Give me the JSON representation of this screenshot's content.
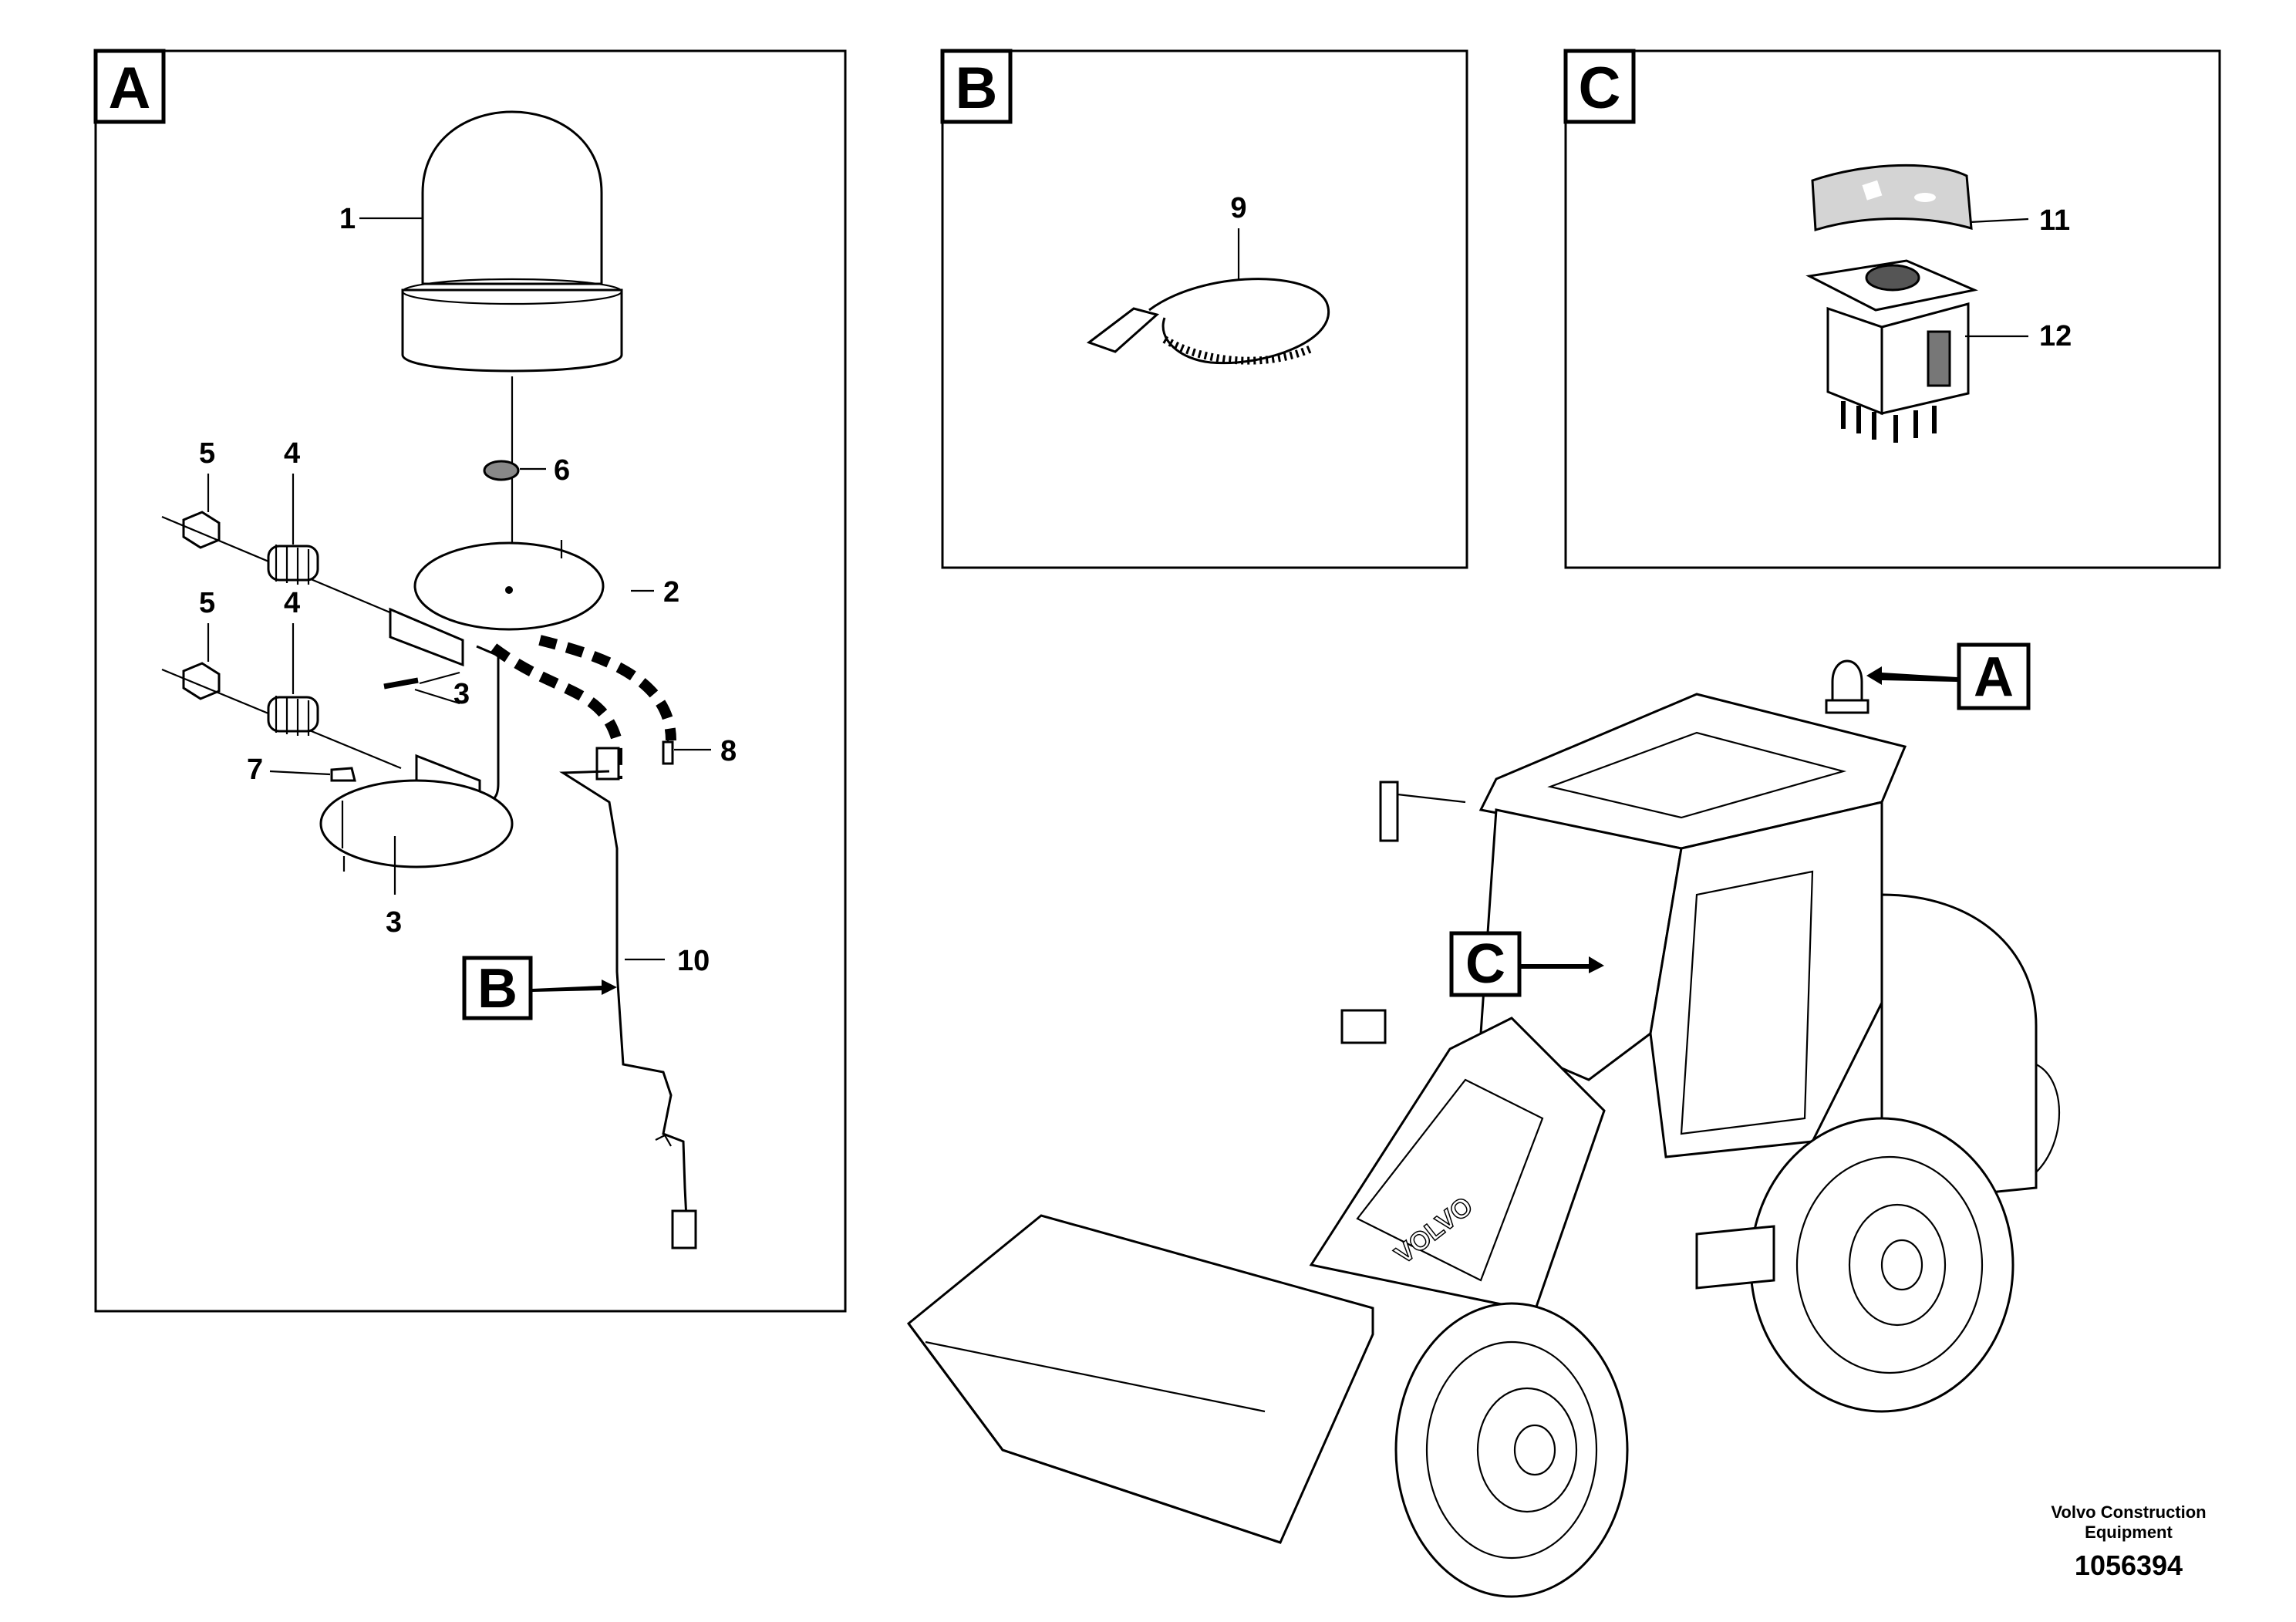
{
  "panels": {
    "a": {
      "letter": "A"
    },
    "b": {
      "letter": "B"
    },
    "c": {
      "letter": "C"
    }
  },
  "part_numbers": {
    "p1": "1",
    "p2": "2",
    "p3a": "3",
    "p3b": "3",
    "p4a": "4",
    "p4b": "4",
    "p5a": "5",
    "p5b": "5",
    "p6": "6",
    "p7": "7",
    "p8": "8",
    "p9": "9",
    "p10": "10",
    "p11": "11",
    "p12": "12"
  },
  "callouts": {
    "harness_to_b": "B",
    "machine_to_a": "A",
    "machine_to_c": "C"
  },
  "footer": {
    "company_line1": "Volvo Construction",
    "company_line2": "Equipment",
    "drawing_number": "1056394"
  }
}
